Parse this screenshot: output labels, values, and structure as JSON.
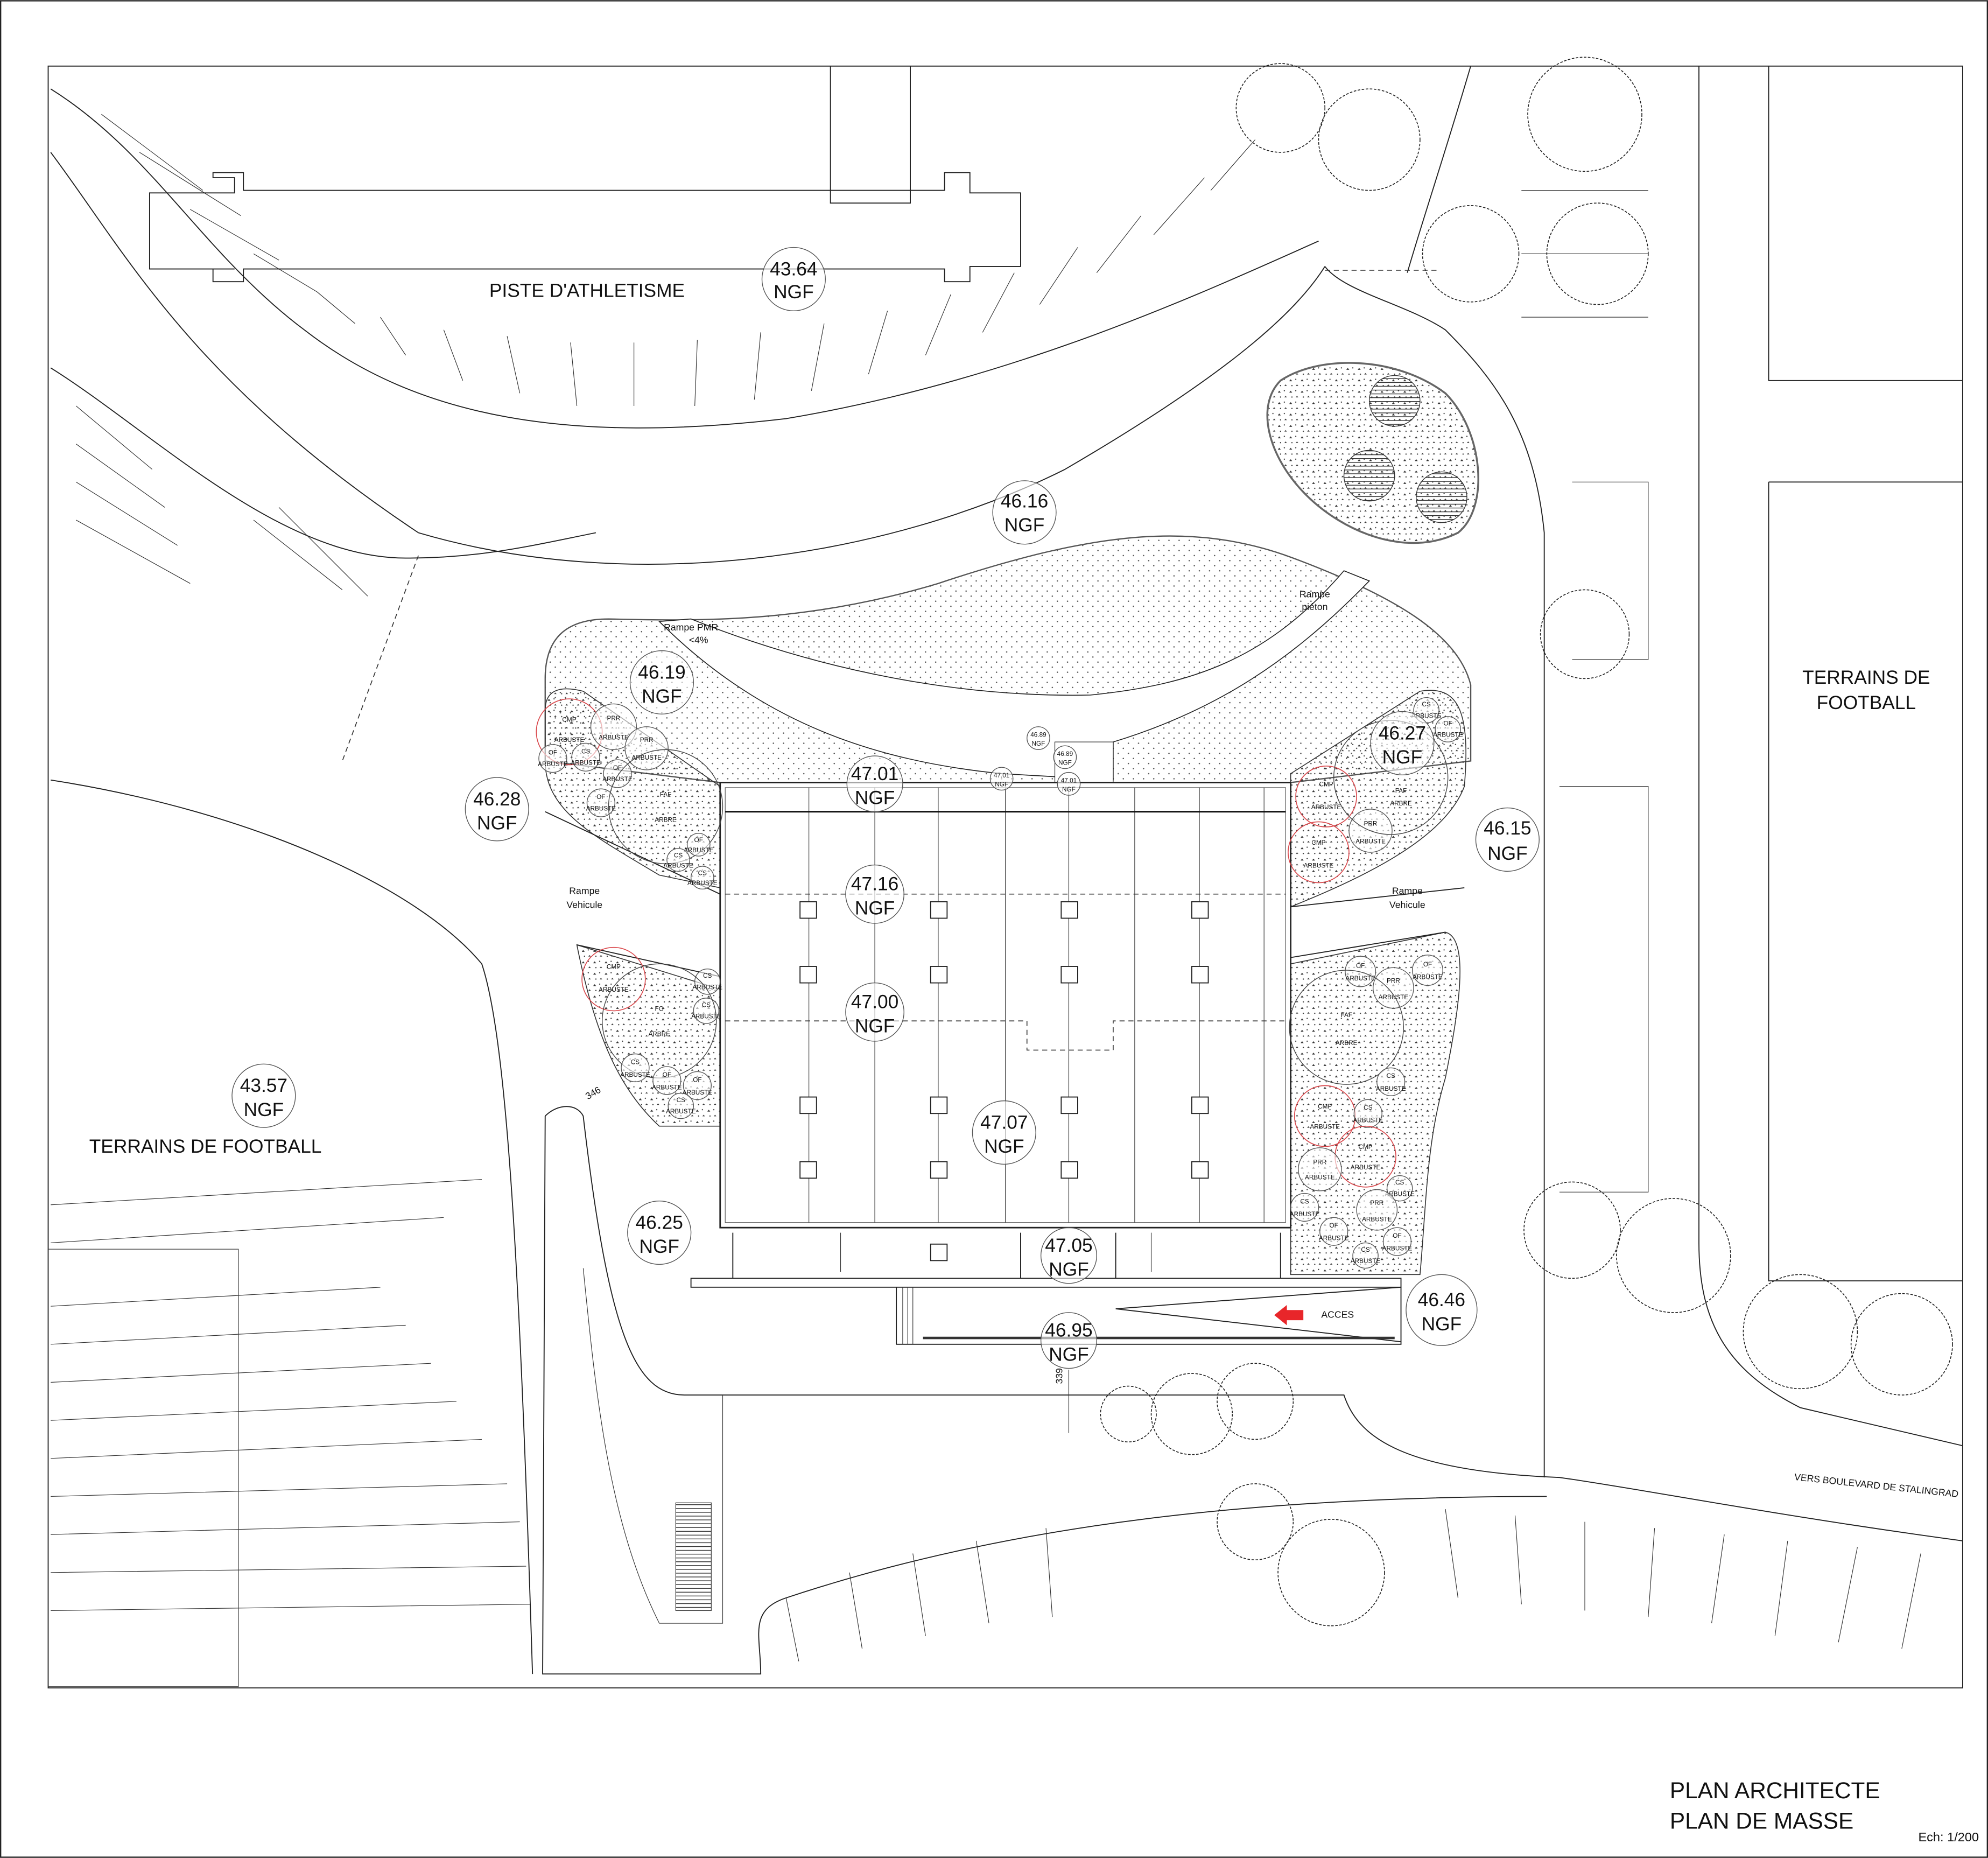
{
  "title": {
    "line1": "PLAN ARCHITECTE",
    "line2": "PLAN DE MASSE",
    "scale": "Ech: 1/200"
  },
  "labels": {
    "track": "PISTE D'ATHLETISME",
    "football_right_1": "TERRAINS DE",
    "football_right_2": "FOOTBALL",
    "football_left": "TERRAINS DE FOOTBALL",
    "rampe_pmr_1": "Rampe PMR",
    "rampe_pmr_2": "<4%",
    "rampe_pieton_1": "Rampe",
    "rampe_pieton_2": "piéton",
    "rampe_veh_1": "Rampe",
    "rampe_veh_2": "Vehicule",
    "acces": "ACCES",
    "boulevard": "VERS BOULEVARD DE STALINGRAD",
    "dim_346": "346",
    "dim_339": "339"
  },
  "levels": [
    {
      "value": "43.64",
      "unit": "NGF"
    },
    {
      "value": "46.16",
      "unit": "NGF"
    },
    {
      "value": "46.19",
      "unit": "NGF"
    },
    {
      "value": "46.28",
      "unit": "NGF"
    },
    {
      "value": "47.01",
      "unit": "NGF"
    },
    {
      "value": "47.16",
      "unit": "NGF"
    },
    {
      "value": "47.00",
      "unit": "NGF"
    },
    {
      "value": "47.07",
      "unit": "NGF"
    },
    {
      "value": "46.27",
      "unit": "NGF"
    },
    {
      "value": "46.15",
      "unit": "NGF"
    },
    {
      "value": "43.57",
      "unit": "NGF"
    },
    {
      "value": "46.25",
      "unit": "NGF"
    },
    {
      "value": "47.05",
      "unit": "NGF"
    },
    {
      "value": "46.95",
      "unit": "NGF"
    },
    {
      "value": "46.46",
      "unit": "NGF"
    }
  ],
  "small_levels": [
    {
      "value": "46.89",
      "unit": "NGF"
    },
    {
      "value": "46.89",
      "unit": "NGF"
    },
    {
      "value": "47.01",
      "unit": "NGF"
    },
    {
      "value": "47.01",
      "unit": "NGF"
    }
  ],
  "plants": [
    {
      "code": "CMP",
      "type": "ARBUSTE"
    },
    {
      "code": "PRR",
      "type": "ARBUSTE"
    },
    {
      "code": "PRR",
      "type": "ARBUSTE"
    },
    {
      "code": "OF",
      "type": "ARBUSTE"
    },
    {
      "code": "CS",
      "type": "ARBUSTE"
    },
    {
      "code": "OF",
      "type": "ARBUSTE"
    },
    {
      "code": "OF",
      "type": "ARBUSTE"
    },
    {
      "code": "FAF",
      "type": "ARBRE"
    },
    {
      "code": "OF",
      "type": "ARBUSTE"
    },
    {
      "code": "CS",
      "type": "ARBUSTE"
    },
    {
      "code": "CS",
      "type": "ARBUSTE"
    },
    {
      "code": "CMP",
      "type": "ARBUSTE"
    },
    {
      "code": "CS",
      "type": "ARBUSTE"
    },
    {
      "code": "CS",
      "type": "ARBUSTE"
    },
    {
      "code": "FO",
      "type": "ARBRE"
    },
    {
      "code": "CS",
      "type": "ARBUSTE"
    },
    {
      "code": "OF",
      "type": "ARBUSTE"
    },
    {
      "code": "OF",
      "type": "ARBUSTE"
    },
    {
      "code": "CS",
      "type": "ARBUSTE"
    },
    {
      "code": "CMP",
      "type": "ARBUSTE"
    },
    {
      "code": "PRR",
      "type": "ARBUSTE"
    },
    {
      "code": "CMP",
      "type": "ARBUSTE"
    },
    {
      "code": "FAF",
      "type": "ARBRE"
    },
    {
      "code": "CS",
      "type": "ARBUSTE"
    },
    {
      "code": "OF",
      "type": "ARBUSTE"
    },
    {
      "code": "OF",
      "type": "ARBUSTE"
    },
    {
      "code": "PRR",
      "type": "ARBUSTE"
    },
    {
      "code": "FAF",
      "type": "ARBRE"
    },
    {
      "code": "OF",
      "type": "ARBUSTE"
    },
    {
      "code": "CS",
      "type": "ARBUSTE"
    },
    {
      "code": "CMP",
      "type": "ARBUSTE"
    },
    {
      "code": "CS",
      "type": "ARBUSTE"
    },
    {
      "code": "CMP",
      "type": "ARBUSTE"
    },
    {
      "code": "PRR",
      "type": "ARBUSTE"
    },
    {
      "code": "CS",
      "type": "ARBUSTE"
    },
    {
      "code": "CS",
      "type": "ARBUSTE"
    },
    {
      "code": "OF",
      "type": "ARBUSTE"
    },
    {
      "code": "PRR",
      "type": "ARBUSTE"
    },
    {
      "code": "OF",
      "type": "ARBUSTE"
    },
    {
      "code": "CS",
      "type": "ARBUSTE"
    }
  ],
  "colors": {
    "accent": "#e8262a",
    "highlight_circle": "#d9474b",
    "line": "#222222"
  }
}
